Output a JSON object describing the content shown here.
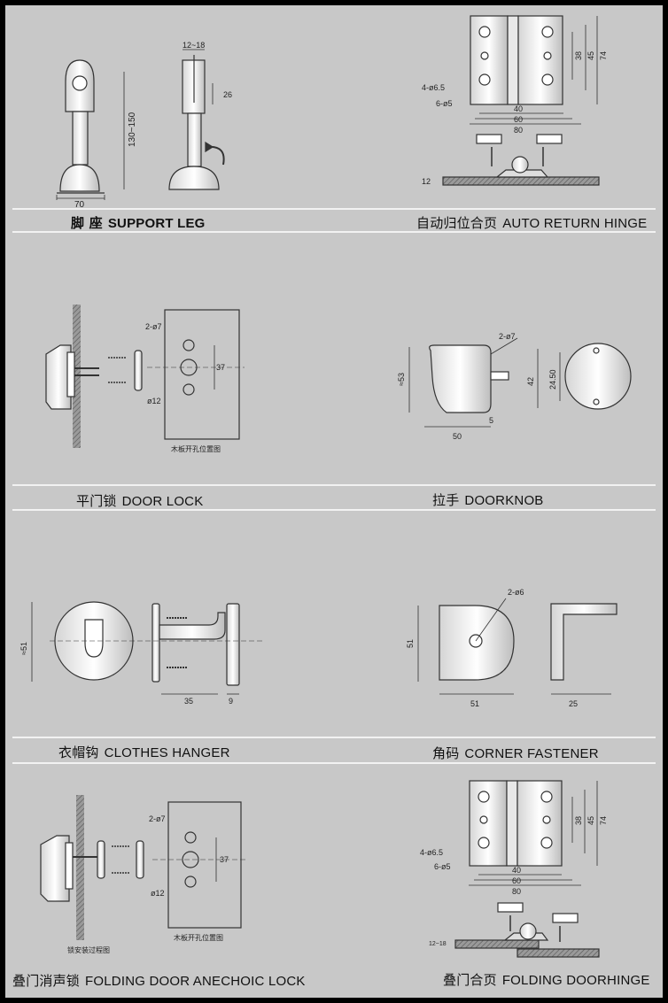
{
  "sections": [
    {
      "left": {
        "cn": "脚 座",
        "en": "SUPPORT LEG"
      },
      "right": {
        "cn": "自动归位合页",
        "en": "AUTO RETURN HINGE"
      }
    },
    {
      "left": {
        "cn": "平门锁",
        "en": "DOOR LOCK"
      },
      "right": {
        "cn": "拉手",
        "en": "DOORKNOB"
      }
    },
    {
      "left": {
        "cn": "衣帽钩",
        "en": "CLOTHES HANGER"
      },
      "right": {
        "cn": "角码",
        "en": "CORNER FASTENER"
      }
    },
    {
      "left": {
        "cn": "叠门消声锁",
        "en": "FOLDING DOOR ANECHOIC LOCK"
      },
      "right": {
        "cn": "叠门合页",
        "en": "FOLDING DOORHINGE"
      }
    }
  ],
  "dims": {
    "leg_width": "70",
    "leg_height": "130~150",
    "leg_top": "12~18",
    "leg_slot": "26",
    "hinge_holes_a": "4-ø6.5",
    "hinge_holes_b": "6-ø5",
    "hinge_40": "40",
    "hinge_60": "60",
    "hinge_80": "80",
    "hinge_38": "38",
    "hinge_45": "45",
    "hinge_74": "74",
    "hinge_12": "12",
    "lock_holes": "2-ø7",
    "lock_37": "37",
    "lock_d12": "ø12",
    "lock_note": "木板开孔位置图",
    "knob_holes": "2-ø7",
    "knob_53": "≈53",
    "knob_50": "50",
    "knob_5": "5",
    "knob_42": "42",
    "knob_2450": "24.50",
    "hanger_51": "≈51",
    "hanger_35": "35",
    "hanger_9": "9",
    "corner_holes": "2-ø6",
    "corner_51_v": "51",
    "corner_51_h": "51",
    "corner_25": "25",
    "fold_holes": "2-ø7",
    "fold_37": "37",
    "fold_d12": "ø12",
    "fold_note": "木板开孔位置图",
    "fold_install_note": "锁安装过程图",
    "fhinge_holes_a": "4-ø6.5",
    "fhinge_holes_b": "6-ø5",
    "fhinge_40": "40",
    "fhinge_60": "60",
    "fhinge_80": "80",
    "fhinge_38": "38",
    "fhinge_45": "45",
    "fhinge_74": "74",
    "fhinge_gap": "12~18"
  }
}
